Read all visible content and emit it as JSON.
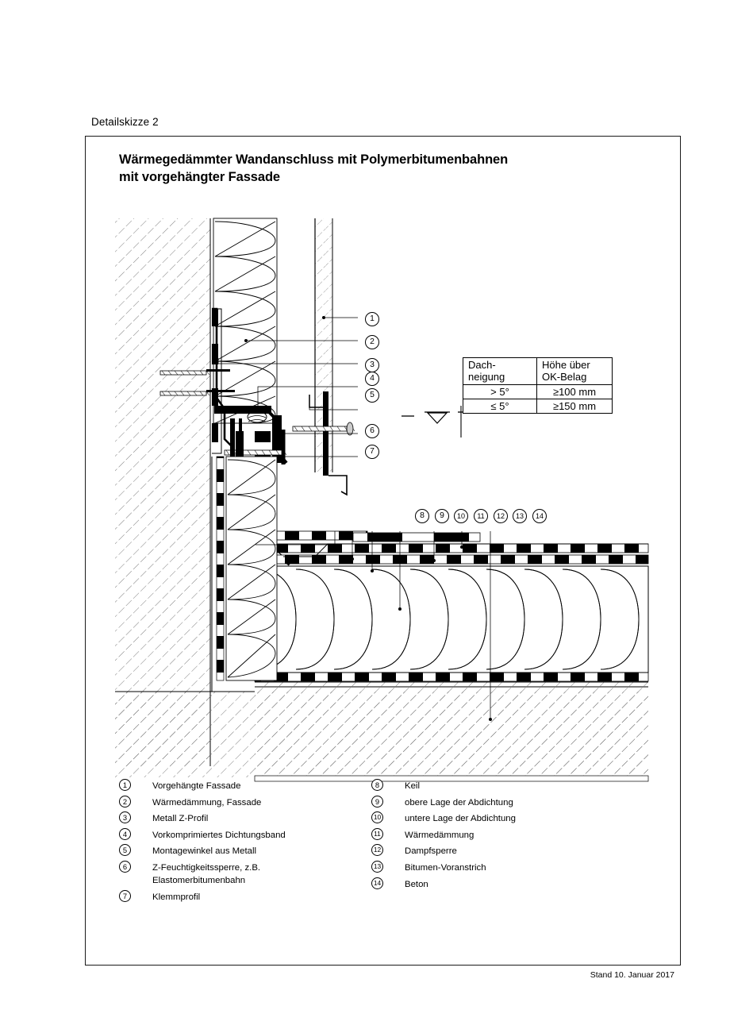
{
  "sheet_label": "Detailskizze 2",
  "title_line1": "Wärmegedämmter Wandanschluss mit Polymerbitumenbahnen",
  "title_line2": "mit vorgehängter Fassade",
  "footer": "Stand 10. Januar 2017",
  "slope_table": {
    "headers": [
      "Dach-\nneigung",
      "Höhe über\nOK-Belag"
    ],
    "header_left_l1": "Dach-",
    "header_left_l2": "neigung",
    "header_right_l1": "Höhe über",
    "header_right_l2": "OK-Belag",
    "rows": [
      {
        "slope": "> 5°",
        "height": "≥100 mm"
      },
      {
        "slope": "≤ 5°",
        "height": "≥150 mm"
      }
    ]
  },
  "legend": {
    "left": [
      {
        "num": "1",
        "text": "Vorgehängte Fassade"
      },
      {
        "num": "2",
        "text": "Wärmedämmung, Fassade"
      },
      {
        "num": "3",
        "text": "Metall Z-Profil"
      },
      {
        "num": "4",
        "text": "Vorkomprimiertes Dichtungsband"
      },
      {
        "num": "5",
        "text": "Montagewinkel aus Metall"
      },
      {
        "num": "6",
        "text": "Z-Feuchtigkeitssperre, z.B.",
        "text2": "Elastomerbitumenbahn"
      },
      {
        "num": "7",
        "text": "Klemmprofil"
      }
    ],
    "right": [
      {
        "num": "8",
        "text": "Keil"
      },
      {
        "num": "9",
        "text": "obere Lage der Abdichtung"
      },
      {
        "num": "10",
        "text": "untere Lage der Abdichtung"
      },
      {
        "num": "11",
        "text": "Wärmedämmung"
      },
      {
        "num": "12",
        "text": "Dampfsperre"
      },
      {
        "num": "13",
        "text": "Bitumen-Voranstrich"
      },
      {
        "num": "14",
        "text": "Beton"
      }
    ]
  },
  "callouts_wall": [
    "1",
    "2",
    "3",
    "4",
    "5",
    "6",
    "7"
  ],
  "callouts_roof": [
    "8",
    "9",
    "10",
    "11",
    "12",
    "13",
    "14"
  ],
  "colors": {
    "line": "#000000",
    "hatch": "#555555",
    "paper": "#ffffff",
    "frame": "#1a1a1a"
  }
}
